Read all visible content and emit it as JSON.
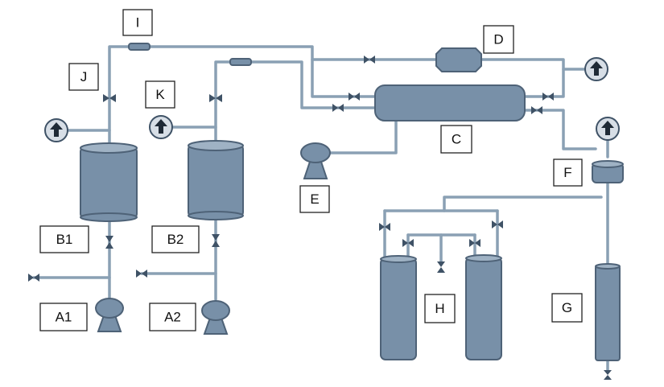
{
  "labels": {
    "A1": "A1",
    "A2": "A2",
    "B1": "B1",
    "B2": "B2",
    "C": "C",
    "D": "D",
    "E": "E",
    "F": "F",
    "G": "G",
    "H": "H",
    "I": "I",
    "J": "J",
    "K": "K"
  },
  "colors": {
    "pipe": "#8aa0b4",
    "vessel": "#7890a8",
    "outline": "#4e6277",
    "valve": "#3f5266"
  }
}
